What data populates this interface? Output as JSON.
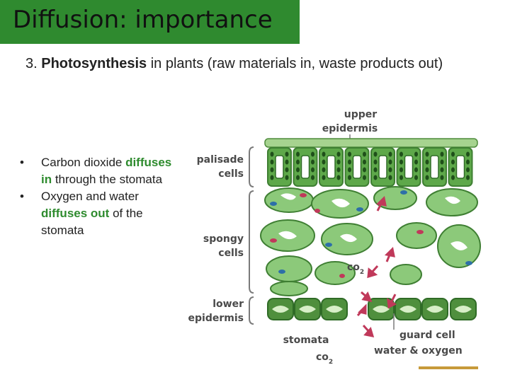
{
  "slide": {
    "title": "Diffusion: importance",
    "subtitle_prefix": "3. ",
    "subtitle_bold": "Photosynthesis",
    "subtitle_rest": " in plants (raw materials in, waste products out)"
  },
  "bullets": [
    {
      "marker": "•",
      "text_a": "Carbon dioxide ",
      "highlight": "diffuses in",
      "text_b": " through the stomata"
    },
    {
      "marker": "•",
      "text_a": "Oxygen and water ",
      "highlight": "diffuses out",
      "text_b": " of the stomata"
    }
  ],
  "diagram": {
    "upper_epidermis": [
      "upper",
      "epidermis"
    ],
    "palisade": [
      "palisade",
      "cells"
    ],
    "spongy": [
      "spongy",
      "cells"
    ],
    "lower_epidermis": [
      "lower",
      "epidermis"
    ],
    "co2_mid": {
      "main": "co",
      "sub": "2"
    },
    "stomata": "stomata",
    "co2_bottom": {
      "main": "co",
      "sub": "2"
    },
    "guard_cell": "guard cell",
    "water_oxygen": "water & oxygen"
  },
  "colors": {
    "title_bg": "#2f8a2f",
    "highlight": "#2e8b2e",
    "cell_light": "#8cc97a",
    "cell_mid": "#5ea84a",
    "cell_dark": "#3f7f33",
    "arrow": "#c0395a"
  }
}
